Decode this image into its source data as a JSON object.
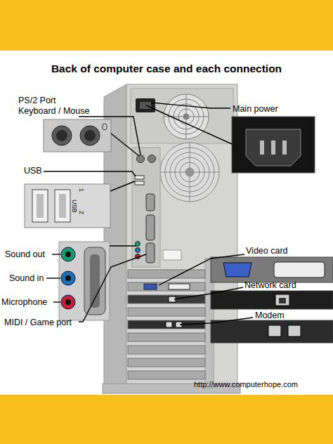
{
  "diagram": {
    "title": "Back of computer case and each connection",
    "labels": [
      "PS/2 Port Keyboard / Mouse",
      "Main power",
      "USB",
      "1",
      "USB",
      "2",
      "Video card",
      "Sound out",
      "Network card",
      "Sound in",
      "Microphone",
      "Modem",
      "MIDI / Game port",
      "http://www.computerhope.com"
    ]
  }
}
